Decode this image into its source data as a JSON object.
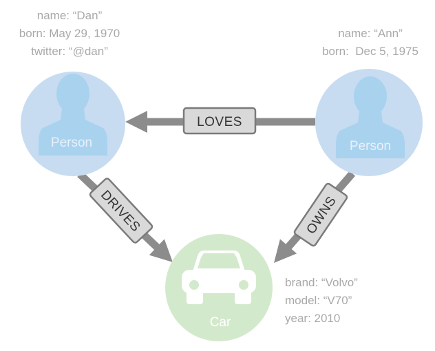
{
  "nodes": {
    "dan": {
      "label": "Person",
      "properties": [
        "name: “Dan”",
        "born: May 29, 1970",
        "twitter: “@dan”"
      ],
      "icon": "person-icon"
    },
    "ann": {
      "label": "Person",
      "properties": [
        "name: “Ann”",
        "born:  Dec 5, 1975"
      ],
      "icon": "person-icon"
    },
    "car": {
      "label": "Car",
      "properties": [
        "brand: “Volvo”",
        "model: “V70”",
        "year: 2010"
      ],
      "icon": "car-icon"
    }
  },
  "relationships": {
    "loves": "LOVES",
    "drives": "DRIVES",
    "owns": "OWNS"
  },
  "colors": {
    "person_fill": "#c7dcf0",
    "person_icon": "#a9d2ef",
    "car_fill": "#d3e9cc",
    "arrow": "#8c8c8c",
    "label_box": "#d9d9d9",
    "property_text": "#a9a9a9"
  }
}
